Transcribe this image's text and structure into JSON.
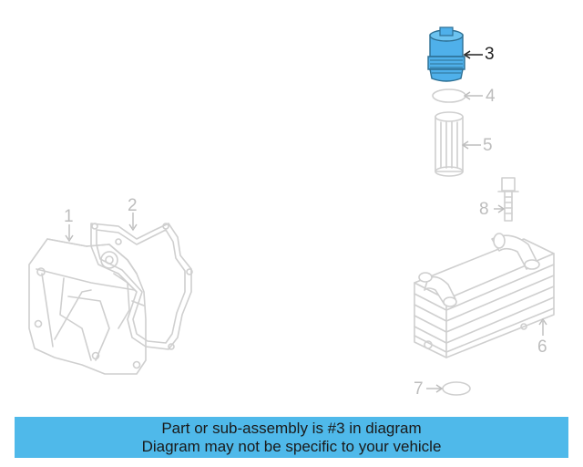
{
  "callouts": [
    {
      "num": "1",
      "active": false
    },
    {
      "num": "2",
      "active": false
    },
    {
      "num": "3",
      "active": true
    },
    {
      "num": "4",
      "active": false
    },
    {
      "num": "5",
      "active": false
    },
    {
      "num": "6",
      "active": false
    },
    {
      "num": "7",
      "active": false
    },
    {
      "num": "8",
      "active": false
    }
  ],
  "banner": {
    "line1": "Part or sub-assembly is #3 in diagram",
    "line2": "Diagram may not be specific to your vehicle",
    "color": "#4fb9ea"
  },
  "colors": {
    "highlight_part": "#4fb0ea",
    "inactive_line": "#cfcfcf"
  }
}
